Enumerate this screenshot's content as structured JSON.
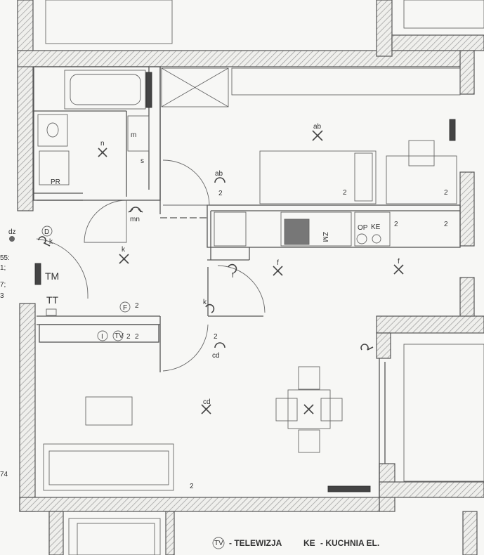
{
  "left_margin_fragments": [
    "55:",
    "1;",
    "7;",
    "3",
    "74"
  ],
  "rooms": {
    "bathroom": {
      "light_label": "n",
      "washer_label": "PR",
      "sink_label": "m",
      "sink_socket_label": "s"
    },
    "hall": {
      "light_label": "k",
      "switch_label": "mn",
      "intercom_label": "D",
      "doorbell_label": "dz",
      "switch_k_label": "k",
      "meter_label": "TM",
      "telecom_label": "TT",
      "phone_label": "F",
      "socket_count": "2",
      "internet_label": "I",
      "tv_label": "TV",
      "tv_sockets": "2",
      "internet_sockets": "2"
    },
    "living": {
      "light_top_label": "ab",
      "switch_ab_label": "ab",
      "socket_ab_count": "2",
      "socket_right_count": "2",
      "socket_far_count": "2",
      "light_cd_label": "cd",
      "switch_cd_label": "cd",
      "switch_k2_label": "k",
      "socket_cd_count": "2",
      "socket_bottom_count": "2"
    },
    "kitchen": {
      "light_label_1": "f",
      "light_label_2": "f",
      "switch_f_label": "f",
      "fridge_label": "ZM",
      "stove_label": "KE",
      "dishwasher_label": "OP",
      "socket_1": "2",
      "socket_2": "2"
    }
  },
  "legend": [
    {
      "symbol": "TV",
      "text": "- TELEWIZJA"
    },
    {
      "symbol": "KE",
      "text": "- KUCHNIA EL."
    }
  ],
  "colors": {
    "wall_hatch": "#9a9a9a",
    "line": "#555555",
    "paper": "#f7f7f5"
  }
}
